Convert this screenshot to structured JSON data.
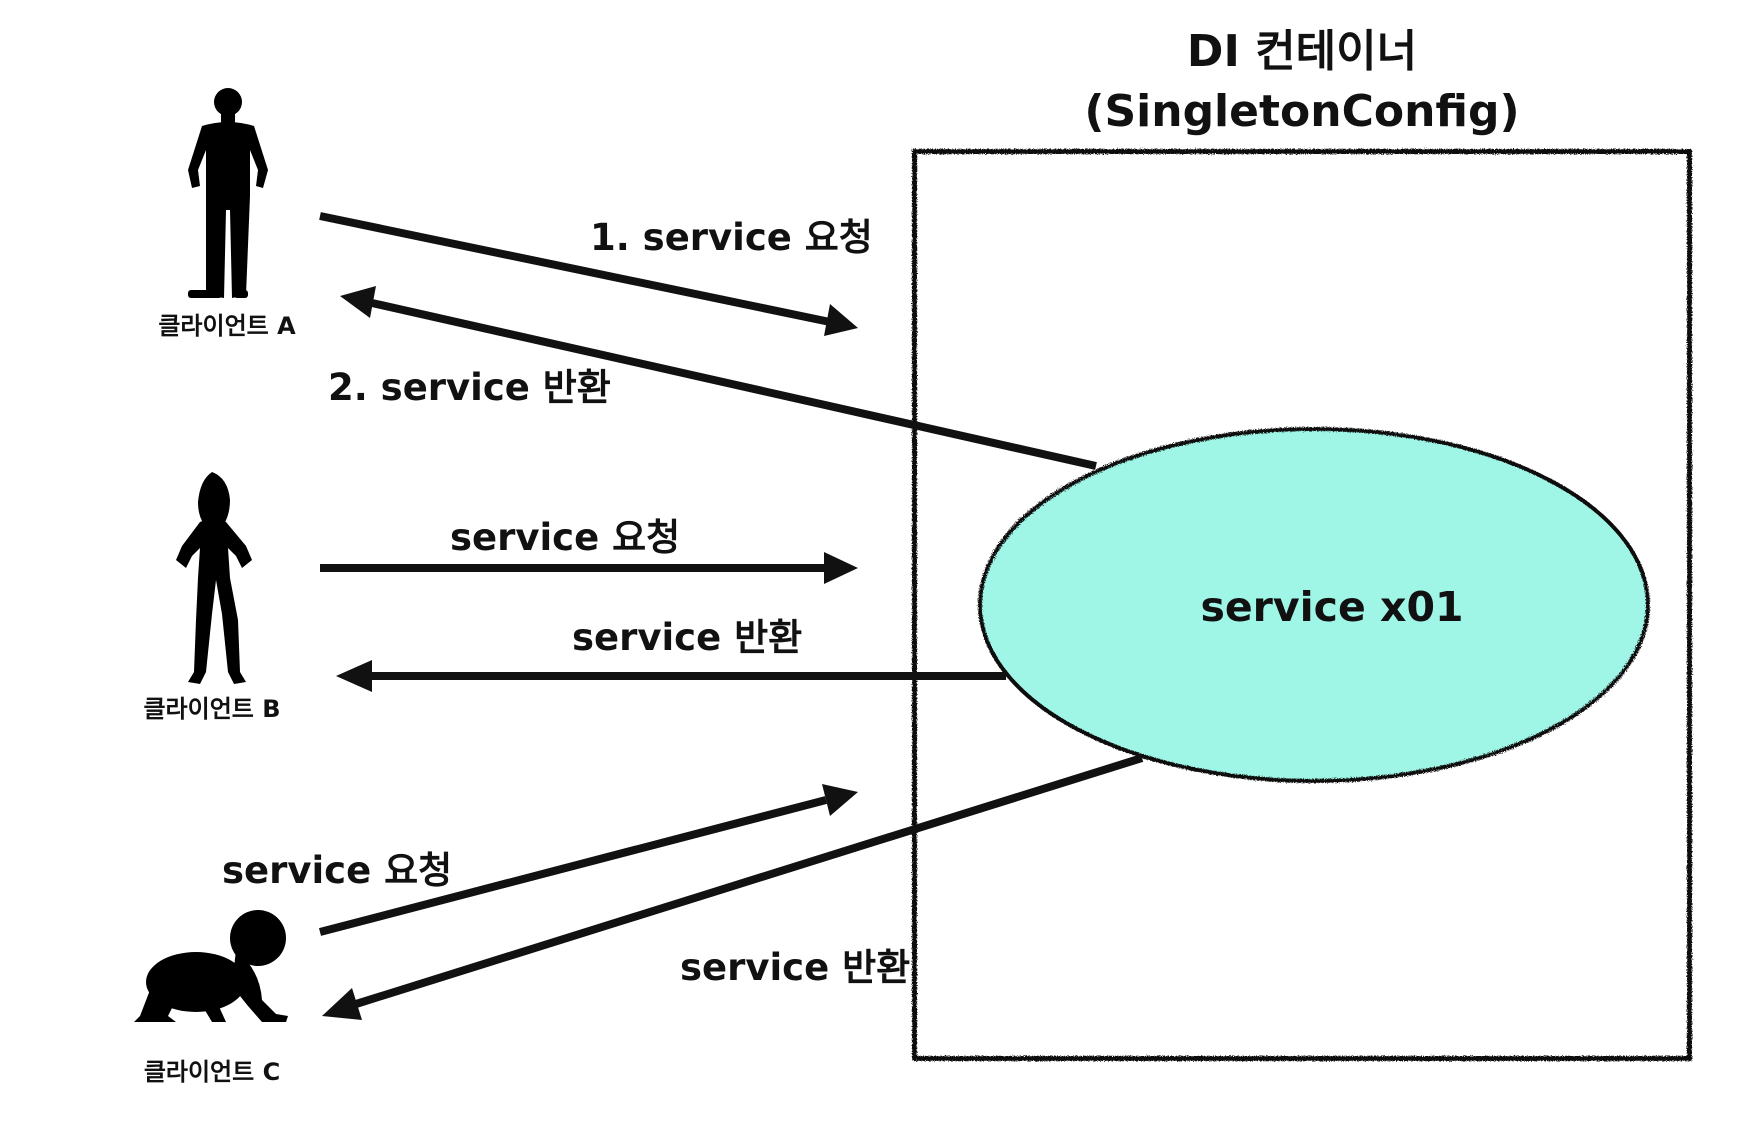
{
  "container": {
    "title_line1": "DI 컨테이너",
    "title_line2": "(SingletonConfig)"
  },
  "service_node": {
    "label": "service x01",
    "fill_color": "#9ff5e6"
  },
  "clients": [
    {
      "label": "클라이언트 A",
      "icon": "man-standing-icon"
    },
    {
      "label": "클라이언트 B",
      "icon": "woman-standing-icon"
    },
    {
      "label": "클라이언트 C",
      "icon": "baby-crawling-icon"
    }
  ],
  "arrows": {
    "a_request": "1. service 요청",
    "a_return": "2. service 반환",
    "b_request": "service 요청",
    "b_return": "service 반환",
    "c_request": "service 요청",
    "c_return": "service 반환"
  },
  "colors": {
    "line": "#111111",
    "background": "#ffffff"
  }
}
